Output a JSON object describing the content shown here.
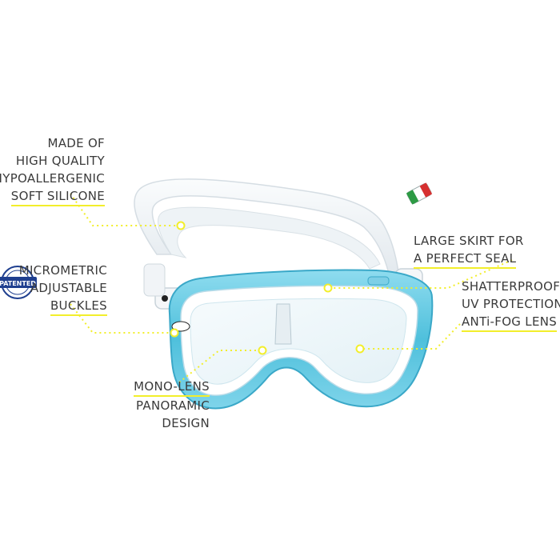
{
  "callouts": {
    "silicone": {
      "lines": [
        "MADE OF",
        "HIGH QUALITY",
        "HYPOALLERGENIC",
        "SOFT SILICONE"
      ]
    },
    "buckles": {
      "lines": [
        "MICROMETRIC",
        "ADJUSTABLE",
        "BUCKLES"
      ]
    },
    "skirt": {
      "lines": [
        "LARGE SKIRT FOR",
        "A PERFECT SEAL"
      ]
    },
    "lens": {
      "lines": [
        "SHATTERPROOF",
        "UV PROTECTION",
        "ANTi-FOG LENS"
      ]
    },
    "monolens": {
      "lines": [
        "MONO-LENS",
        "PANORAMIC",
        "DESIGN"
      ]
    }
  },
  "badge": {
    "patented": "PATENTED"
  },
  "colors": {
    "accent_yellow": "#f2ee2b",
    "frame_aqua": "#5cc8e2",
    "strap_white": "#f3f6f8",
    "text": "#3a3a3a",
    "badge_navy": "#1f3f8f"
  }
}
